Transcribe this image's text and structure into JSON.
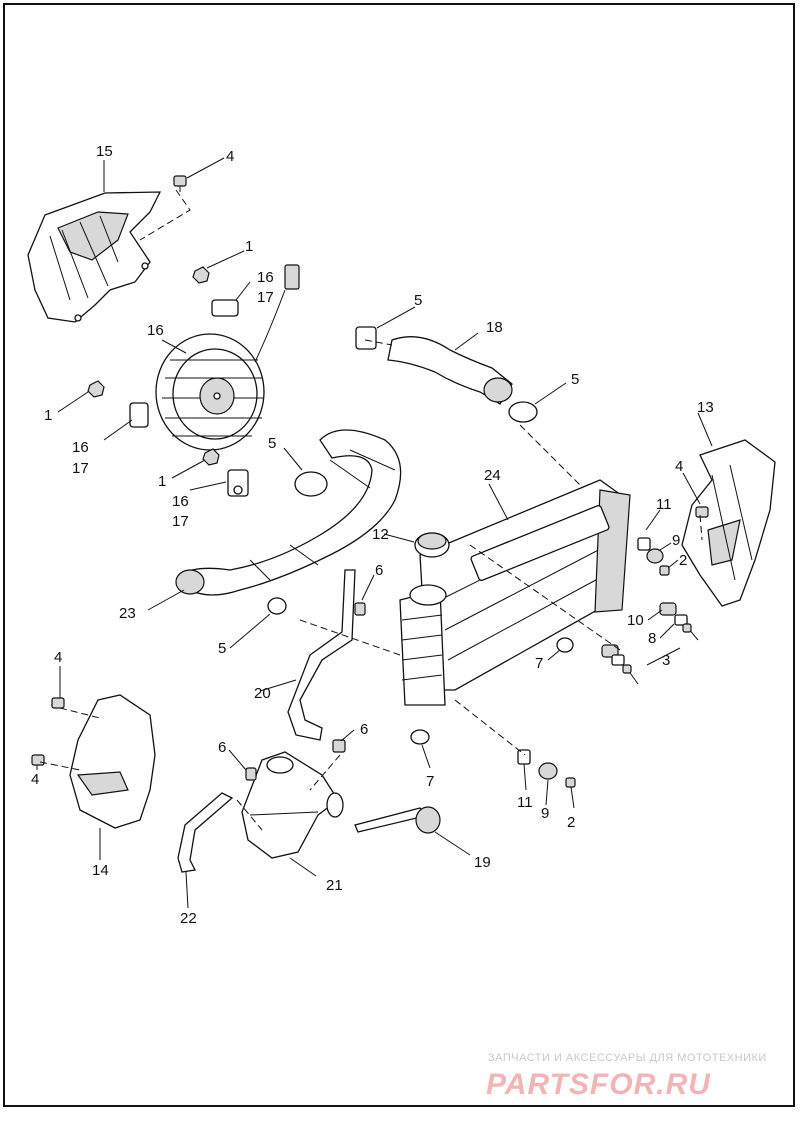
{
  "callouts": {
    "c1a": "1",
    "c1b": "1",
    "c1c": "1",
    "c2a": "2",
    "c2b": "2",
    "c3": "3",
    "c4a": "4",
    "c4b": "4",
    "c4c": "4",
    "c4d": "4",
    "c5a": "5",
    "c5b": "5",
    "c5c": "5",
    "c5d": "5",
    "c6a": "6",
    "c6b": "6",
    "c6c": "6",
    "c7a": "7",
    "c7b": "7",
    "c8": "8",
    "c9a": "9",
    "c9b": "9",
    "c10": "10",
    "c11a": "11",
    "c11b": "11",
    "c12": "12",
    "c13": "13",
    "c14": "14",
    "c15": "15",
    "c16a": "16",
    "c16b": "16",
    "c16c": "16",
    "c17a": "17",
    "c17b": "17",
    "c17c": "17",
    "c18": "18",
    "c19": "19",
    "c20": "20",
    "c21": "21",
    "c22": "22",
    "c23": "23",
    "c24": "24"
  },
  "watermark": {
    "caption": "ЗАПЧАСТИ И АКСЕССУАРЫ ДЛЯ МОТОТЕХНИКИ",
    "logo": "PARTSFOR.RU"
  }
}
